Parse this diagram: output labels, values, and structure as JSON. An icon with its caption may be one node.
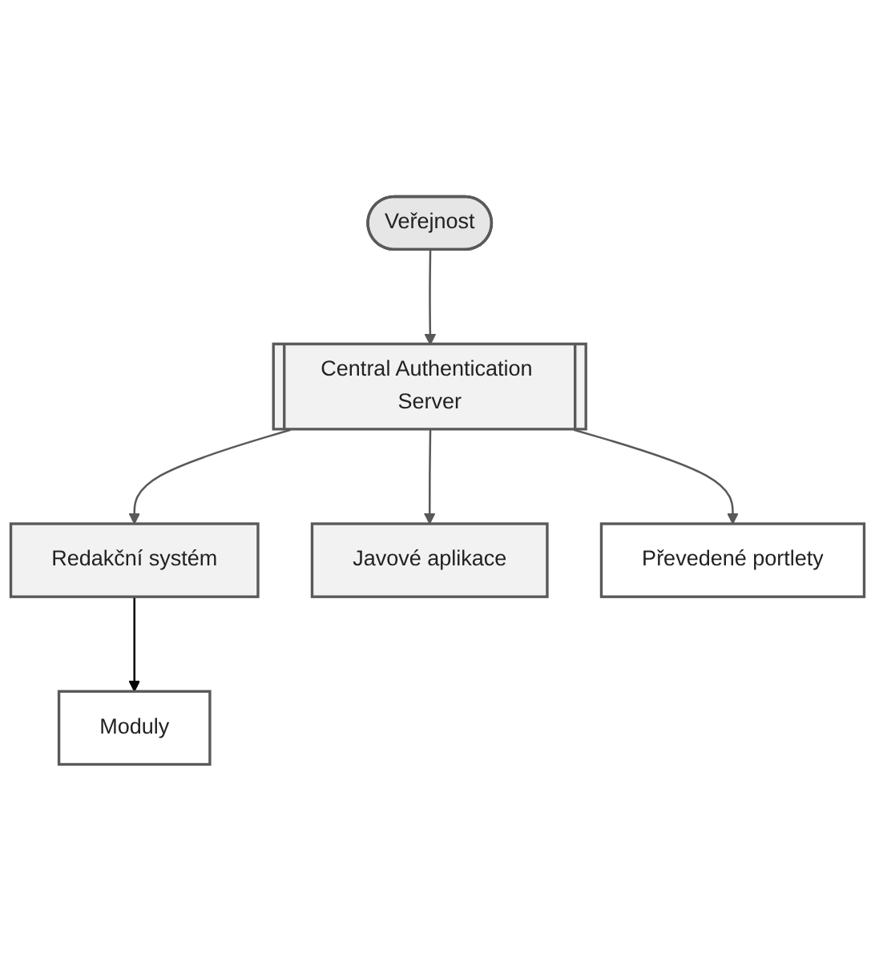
{
  "diagram": {
    "nodes": [
      {
        "text": [
          "Veřejnost"
        ]
      },
      {
        "text": [
          "Central Authentication Server"
        ]
      },
      {
        "text": [
          "Redakční systém"
        ]
      },
      {
        "text": [
          "Moduly"
        ]
      },
      {
        "text": [
          "Javové aplikace"
        ]
      },
      {
        "text": [
          "Převedené portlety"
        ]
      }
    ],
    "edges": [
      {
        "from": 0,
        "to": 1,
        "arrow": "to"
      },
      {
        "from": 1,
        "to": 2,
        "arrow": "to"
      },
      {
        "from": 1,
        "to": 4,
        "arrow": "to"
      },
      {
        "from": 1,
        "to": 5,
        "arrow": "to"
      },
      {
        "from": 2,
        "to": 3,
        "arrow": "to",
        "color": "#000000"
      }
    ]
  }
}
